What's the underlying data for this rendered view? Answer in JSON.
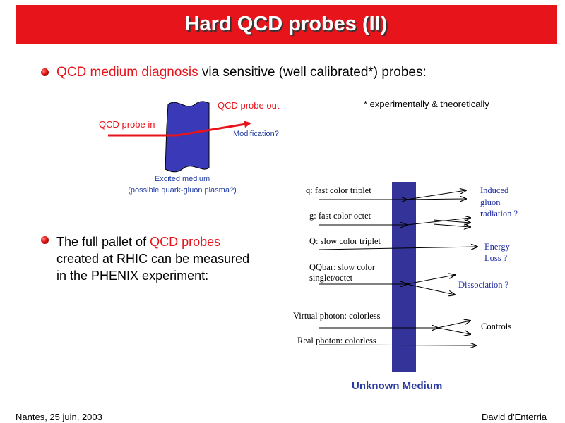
{
  "slide": {
    "title": "Hard QCD probes (II)",
    "bullet1": {
      "highlight": "QCD medium diagnosis",
      "rest": " via sensitive (well calibrated*) probes:"
    },
    "footnote": "* experimentally & theoretically",
    "probe_diagram": {
      "probe_in": "QCD probe in",
      "probe_out": "QCD probe out",
      "modification": "Modification?",
      "medium_line1": "Excited medium",
      "medium_line2": "(possible quark-gluon plasma?)"
    },
    "bullet2": {
      "line1_pre": "The full pallet of ",
      "line1_highlight": "QCD probes",
      "line2": "created at RHIC can be measured",
      "line3": "in the PHENIX experiment:"
    },
    "medium_diagram": {
      "probes": {
        "q": "q: fast color triplet",
        "g": "g: fast color octet",
        "Q": "Q: slow color triplet",
        "QQbar_1": "QQbar: slow color",
        "QQbar_2": "singlet/octet",
        "virtual": "Virtual photon: colorless",
        "real": "Real photon: colorless"
      },
      "effects": {
        "induced_1": "Induced",
        "induced_2": "gluon",
        "induced_3": "radiation ?",
        "energy_1": "Energy",
        "energy_2": "Loss ?",
        "dissociation": "Dissociation ?",
        "controls": "Controls"
      },
      "caption": "Unknown Medium"
    },
    "footer_left": "Nantes, 25 juin, 2003",
    "footer_right": "David d'Enterria"
  }
}
